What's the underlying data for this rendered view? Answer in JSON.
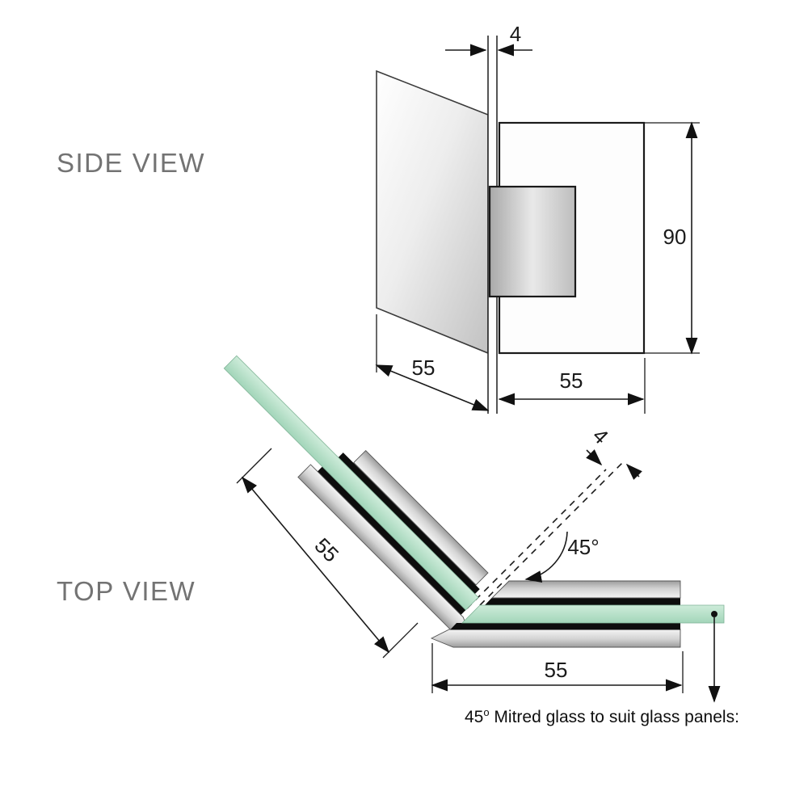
{
  "titles": {
    "side_view": "SIDE VIEW",
    "top_view": "TOP VIEW"
  },
  "side_view": {
    "glass_thickness": "4",
    "hinge_height": "90",
    "glass_inset_width": "55",
    "plate_width": "55"
  },
  "top_view": {
    "mitre_gap": "4",
    "mitre_angle": "45°",
    "clamp_length_left": "55",
    "clamp_length_bottom": "55",
    "caption": {
      "prefix": "45",
      "sup": "o",
      "rest": " Mitred glass to suit glass panels:"
    }
  },
  "colors": {
    "glass_green": "#b7e2c9",
    "metal_black": "#0d0d0d",
    "title_gray": "#737373"
  }
}
